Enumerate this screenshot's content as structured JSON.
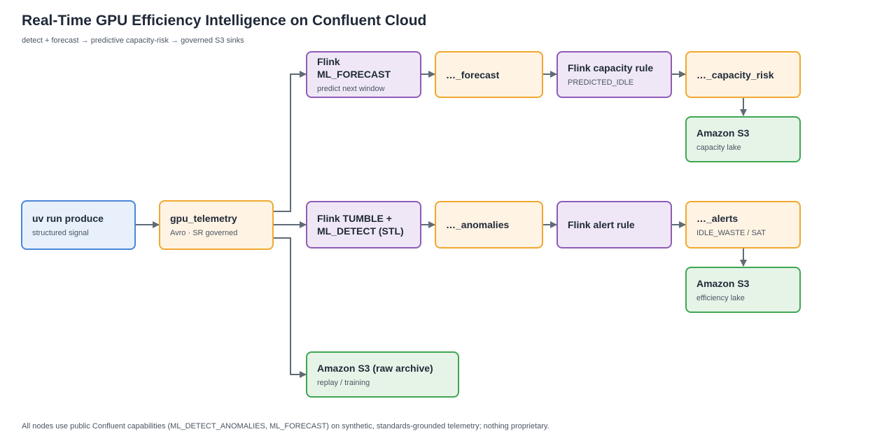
{
  "header": {
    "title": "Real-Time GPU Efficiency Intelligence on Confluent Cloud",
    "subtitle": "detect + forecast → predictive capacity-risk → governed S3 sinks"
  },
  "footer": {
    "note": "All nodes use public Confluent capabilities (ML_DETECT_ANOMALIES, ML_FORECAST) on synthetic, standards-grounded telemetry; nothing proprietary."
  },
  "colors": {
    "source_fill": "#e8f0fc",
    "source_border": "#4a86d8",
    "topic_fill": "#fff3e3",
    "topic_border": "#f0a830",
    "flink_fill": "#efe7f6",
    "flink_border": "#8f5bb8",
    "s3_fill": "#e6f4e8",
    "s3_border": "#3fa652",
    "edge": "#5f6b76"
  },
  "nodes": {
    "produce": {
      "label": "uv run produce",
      "sub": "structured signal"
    },
    "telemetry": {
      "label": "gpu_telemetry",
      "sub": "Avro · SR governed"
    },
    "forecast_flink": {
      "label": "Flink ML_FORECAST",
      "sub": "predict next window"
    },
    "forecast_topic": {
      "label": "…_forecast",
      "sub": ""
    },
    "capacity_rule": {
      "label": "Flink capacity rule",
      "sub": "PREDICTED_IDLE"
    },
    "capacity_risk": {
      "label": "…_capacity_risk",
      "sub": ""
    },
    "s3_capacity": {
      "label": "Amazon S3",
      "sub": "capacity lake"
    },
    "detect_flink": {
      "label": "Flink TUMBLE +\nML_DETECT (STL)",
      "sub": ""
    },
    "anomalies": {
      "label": "…_anomalies",
      "sub": ""
    },
    "alert_rule": {
      "label": "Flink alert rule",
      "sub": ""
    },
    "alerts": {
      "label": "…_alerts",
      "sub": "IDLE_WASTE / SAT"
    },
    "s3_efficiency": {
      "label": "Amazon S3",
      "sub": "efficiency lake"
    },
    "s3_raw": {
      "label": "Amazon S3 (raw archive)",
      "sub": "replay / training"
    }
  }
}
